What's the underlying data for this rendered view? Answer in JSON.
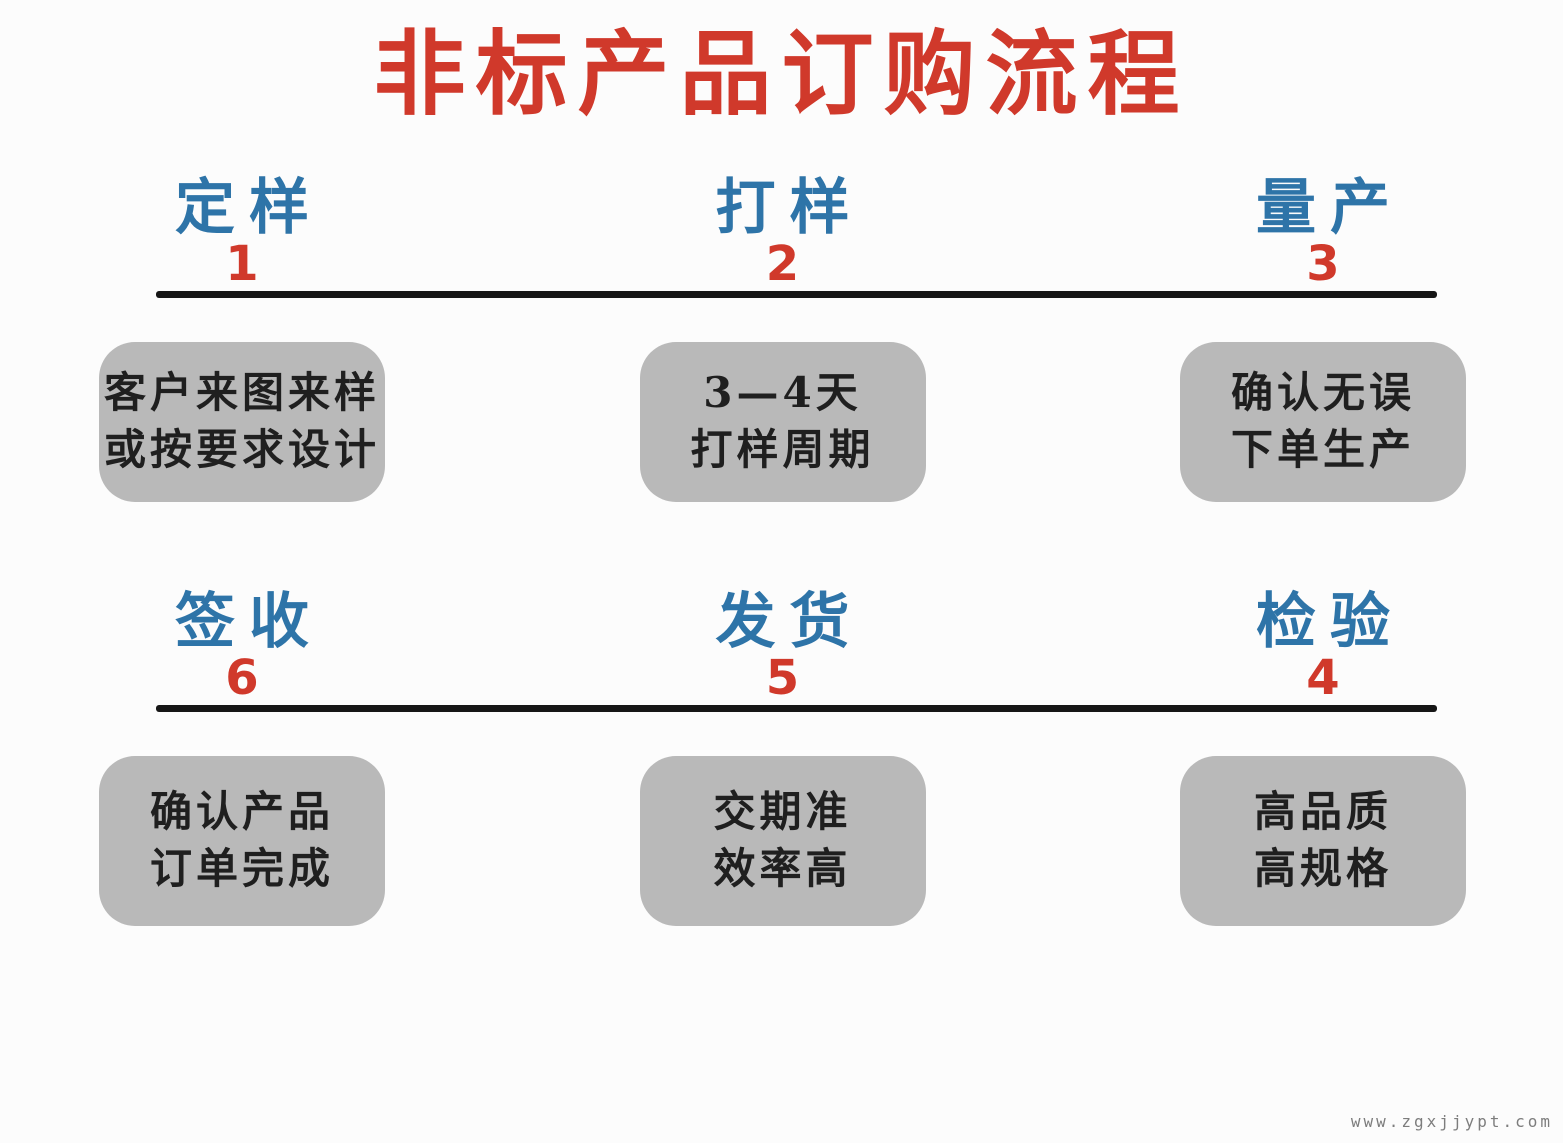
{
  "title": "非标产品订购流程",
  "colors": {
    "page_bg": "#fcfcfc",
    "title_red": "#d0392b",
    "step_blue": "#2e74a8",
    "number_red": "#d0392b",
    "line_black": "#161616",
    "box_bg": "#b9b9b9",
    "box_text": "#1f1f1f"
  },
  "rows": [
    {
      "steps": [
        {
          "label": "定样",
          "number": "1",
          "box_lines": [
            "客户来图来样",
            "或按要求设计"
          ]
        },
        {
          "label": "打样",
          "number": "2",
          "box_lines": [
            "3—4天",
            "打样周期"
          ]
        },
        {
          "label": "量产",
          "number": "3",
          "box_lines": [
            "确认无误",
            "下单生产"
          ]
        }
      ]
    },
    {
      "steps": [
        {
          "label": "签收",
          "number": "6",
          "box_lines": [
            "确认产品",
            "订单完成"
          ]
        },
        {
          "label": "发货",
          "number": "5",
          "box_lines": [
            "交期准",
            "效率高"
          ]
        },
        {
          "label": "检验",
          "number": "4",
          "box_lines": [
            "高品质",
            "高规格"
          ]
        }
      ]
    }
  ],
  "watermark": "www.zgxjjypt.com"
}
